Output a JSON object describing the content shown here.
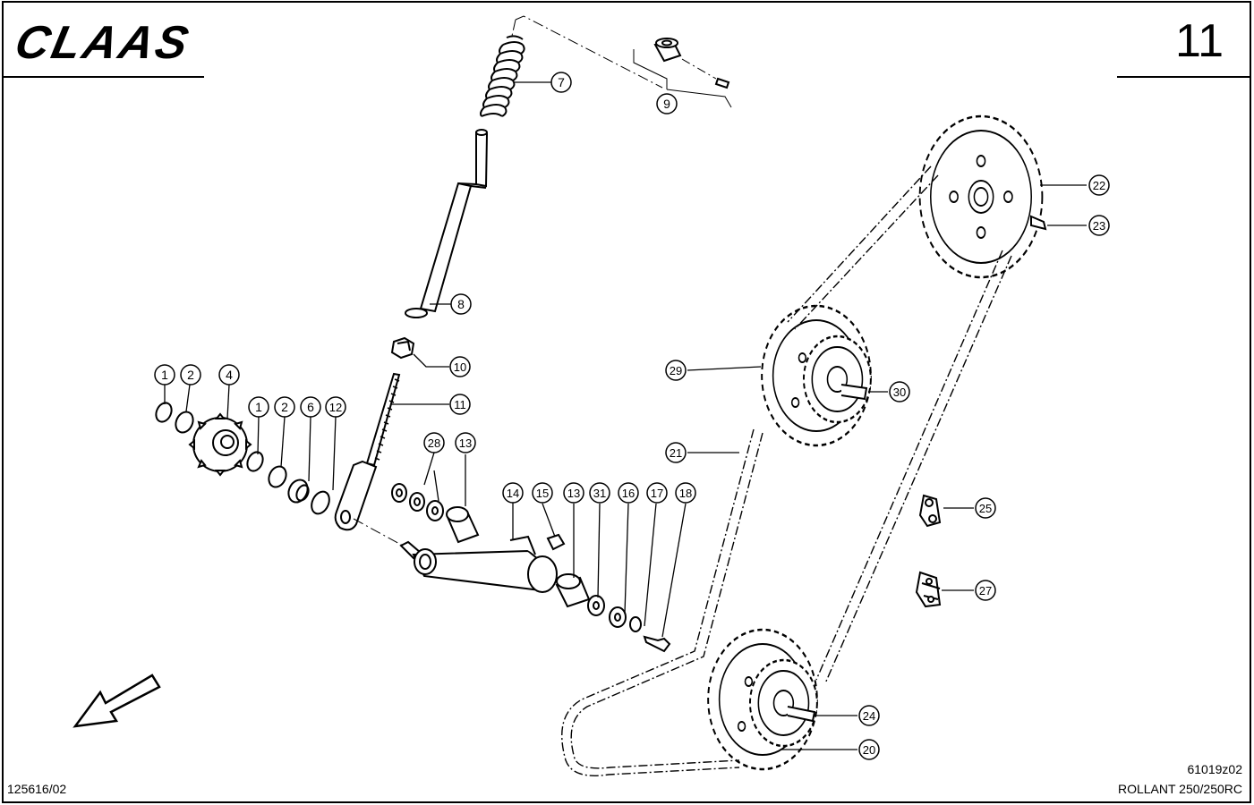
{
  "header": {
    "brand": "CLAAS",
    "page_number": "11"
  },
  "footer": {
    "drawing_code": "125616/02",
    "figure_code": "61019z02",
    "model": "ROLLANT 250/250RC"
  },
  "callouts": [
    "1",
    "2",
    "4",
    "1",
    "2",
    "6",
    "12",
    "7",
    "8",
    "9",
    "10",
    "11",
    "28",
    "13",
    "14",
    "15",
    "13",
    "31",
    "16",
    "17",
    "18",
    "22",
    "23",
    "29",
    "30",
    "21",
    "25",
    "27",
    "24",
    "20"
  ],
  "icons": {
    "direction": "arrow-down-left-icon"
  }
}
